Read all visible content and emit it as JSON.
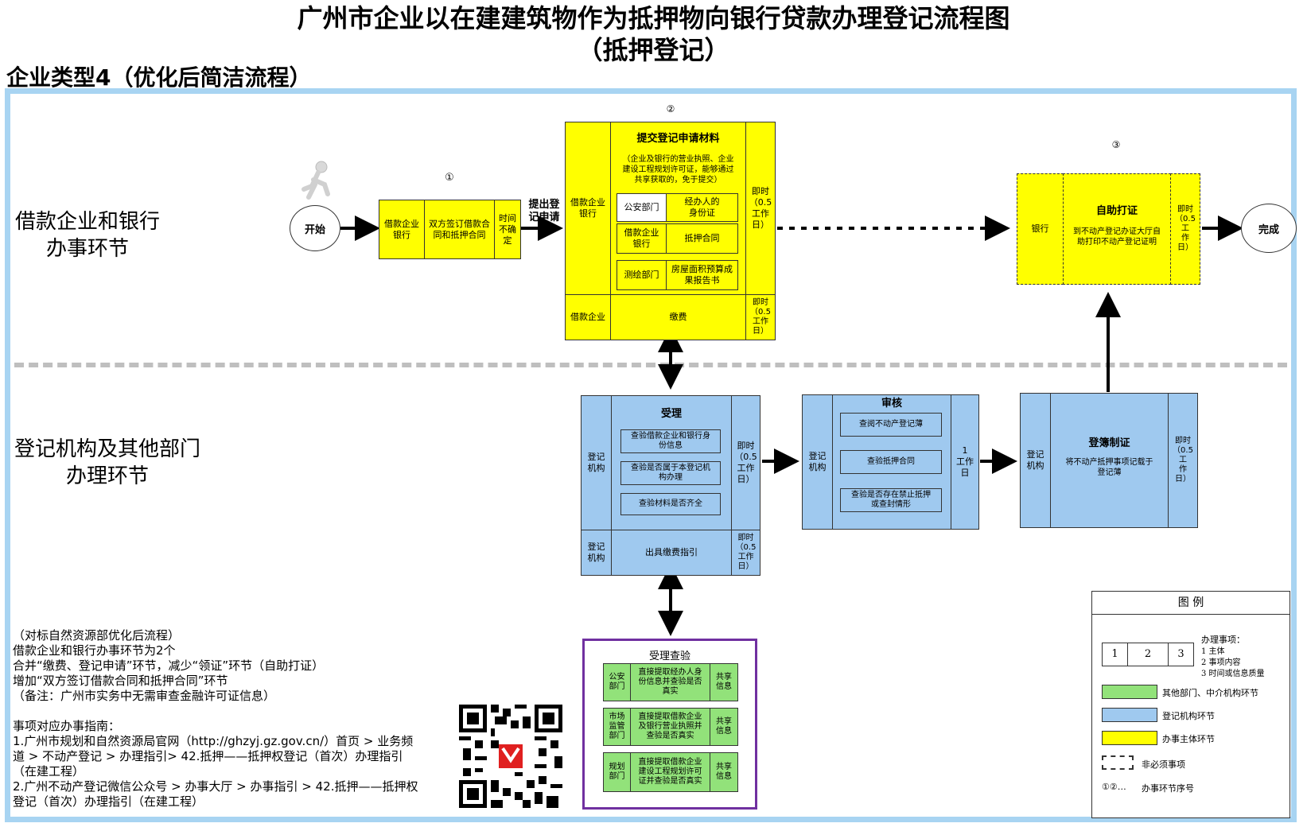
{
  "title": {
    "line1": "广州市企业以在建建筑物作为抵押物向银行贷款办理登记流程图",
    "line2": "（抵押登记）"
  },
  "enterprise_type": "企业类型4（优化后简洁流程）",
  "lanes": {
    "top": {
      "line1": "借款企业和银行",
      "line2": "办事环节"
    },
    "bottom": {
      "line1": "登记机构及其他部门",
      "line2": "办理环节"
    }
  },
  "start": "开始",
  "finish": "完成",
  "step1": {
    "number": "①",
    "subject": "借款企业\n银行",
    "content": "双方签订借款合\n同和抵押合同",
    "time": "时间\n不确\n定"
  },
  "arrow_label_submit": "提出登\n记申请",
  "step2": {
    "number": "②",
    "subject": "借款企业\n银行",
    "title": "提交登记申请材料",
    "desc": "（企业及银行的营业执照、企业\n建设工程规划许可证，能够通过\n共享获取的，免于提交）",
    "rows": [
      {
        "dept": "公安部门",
        "item": "经办人的\n身份证"
      },
      {
        "dept": "借款企业\n银行",
        "item": "抵押合同"
      },
      {
        "dept": "测绘部门",
        "item": "房屋面积预算成\n果报告书"
      }
    ],
    "time": "即时\n（0.5\n工作\n日）",
    "fee_subject": "借款企业",
    "fee_content": "缴费",
    "fee_time": "即时\n（0.5\n工作\n日）"
  },
  "step3": {
    "number": "③",
    "subject": "银行",
    "title": "自助打证",
    "desc": "到不动产登记办证大厅自\n助打印不动产登记证明",
    "time": "即时\n（0.5\n工\n作\n日）"
  },
  "accept": {
    "subject": "登记\n机构",
    "title": "受理",
    "items": [
      "查验借款企业和银行身\n份信息",
      "查验是否属于本登记机\n构办理",
      "查验材料是否齐全"
    ],
    "time": "即时\n（0.5\n工作\n日）",
    "fee_subject": "登记\n机构",
    "fee_content": "出具缴费指引",
    "fee_time": "即时\n（0.5\n工作\n日）"
  },
  "review": {
    "subject": "登记\n机构",
    "title": "审核",
    "items": [
      "查阅不动产登记薄",
      "查验抵押合同",
      "查验是否存在禁止抵押\n或查封情形"
    ],
    "time": "1\n工作\n日"
  },
  "register": {
    "subject": "登记\n机构",
    "title": "登簿制证",
    "desc": "将不动产抵押事项记载于\n登记薄",
    "time": "即时\n（0.5\n工\n作\n日）"
  },
  "check": {
    "title": "受理查验",
    "rows": [
      {
        "dept": "公安\n部门",
        "item": "直接提取经办人身\n份信息并查验是否\n真实",
        "share": "共享\n信息"
      },
      {
        "dept": "市场\n监管\n部门",
        "item": "直接提取借款企业\n及银行营业执照并\n查验是否真实",
        "share": "共享\n信息"
      },
      {
        "dept": "规划\n部门",
        "item": "直接提取借款企业\n建设工程规划许可\n证并查验是否真实",
        "share": "共享\n信息"
      }
    ]
  },
  "notes": [
    "（对标自然资源部优化后流程）",
    "借款企业和银行办事环节为2个",
    "合并“缴费、登记申请”环节，减少“领证”环节（自助打证）",
    "增加“双方签订借款合同和抵押合同”环节",
    "（备注：广州市实务中无需审查金融许可证信息）",
    "",
    "事项对应办事指南：",
    "1.广州市规划和自然资源局官网（http://ghzyj.gz.gov.cn/）首页 > 业务频",
    "道 > 不动产登记 > 办理指引> 42.抵押——抵押权登记（首次）办理指引",
    "（在建工程）",
    "2.广州不动产登记微信公众号 > 办事大厅 > 办事指引 > 42.抵押——抵押权",
    "登记（首次）办理指引（在建工程）"
  ],
  "legend": {
    "title": "图    例",
    "cells": [
      "1",
      "2",
      "3"
    ],
    "items_title": "办理事项：",
    "items": [
      "1 主体",
      "2 事项内容",
      "3 时间或信息质量"
    ],
    "green": "其他部门、中介机构环节",
    "blue": "登记机构环节",
    "yellow": "办事主体环节",
    "dashed": "非必须事项",
    "seq_symbol": "①②…",
    "seq": "办事环节序号"
  },
  "colors": {
    "yellow": "#ffff00",
    "blue": "#9fc9ef",
    "green": "#92e27a",
    "frame": "#a8d4f2",
    "purple": "#7030a0"
  }
}
